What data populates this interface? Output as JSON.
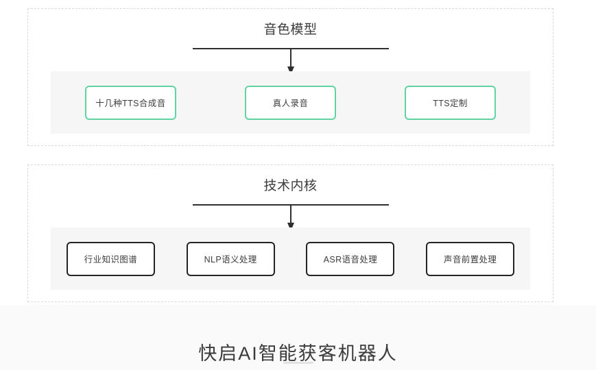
{
  "sections": [
    {
      "id": "voice-model",
      "title": "音色模型",
      "connector_icon": "down-arrow-icon",
      "style": "green",
      "items": [
        {
          "label": "十几种TTS合成音"
        },
        {
          "label": "真人录音"
        },
        {
          "label": "TTS定制"
        }
      ]
    },
    {
      "id": "tech-core",
      "title": "技术内核",
      "connector_icon": "down-arrow-icon",
      "style": "dark",
      "items": [
        {
          "label": "行业知识图谱"
        },
        {
          "label": "NLP语义处理"
        },
        {
          "label": "ASR语音处理"
        },
        {
          "label": "声音前置处理"
        }
      ]
    }
  ],
  "footer": {
    "title": "快启AI智能获客机器人"
  },
  "colors": {
    "accent_green": "#5fd3a0",
    "outline_dark": "#232323",
    "rule_dark": "#2f2f2f",
    "dashed_border": "#d8d8d8",
    "panel_bg": "#f6f6f6",
    "footer_bg": "#fafafa",
    "divider": "#e2e2e2",
    "text": "#3a3a3a"
  }
}
